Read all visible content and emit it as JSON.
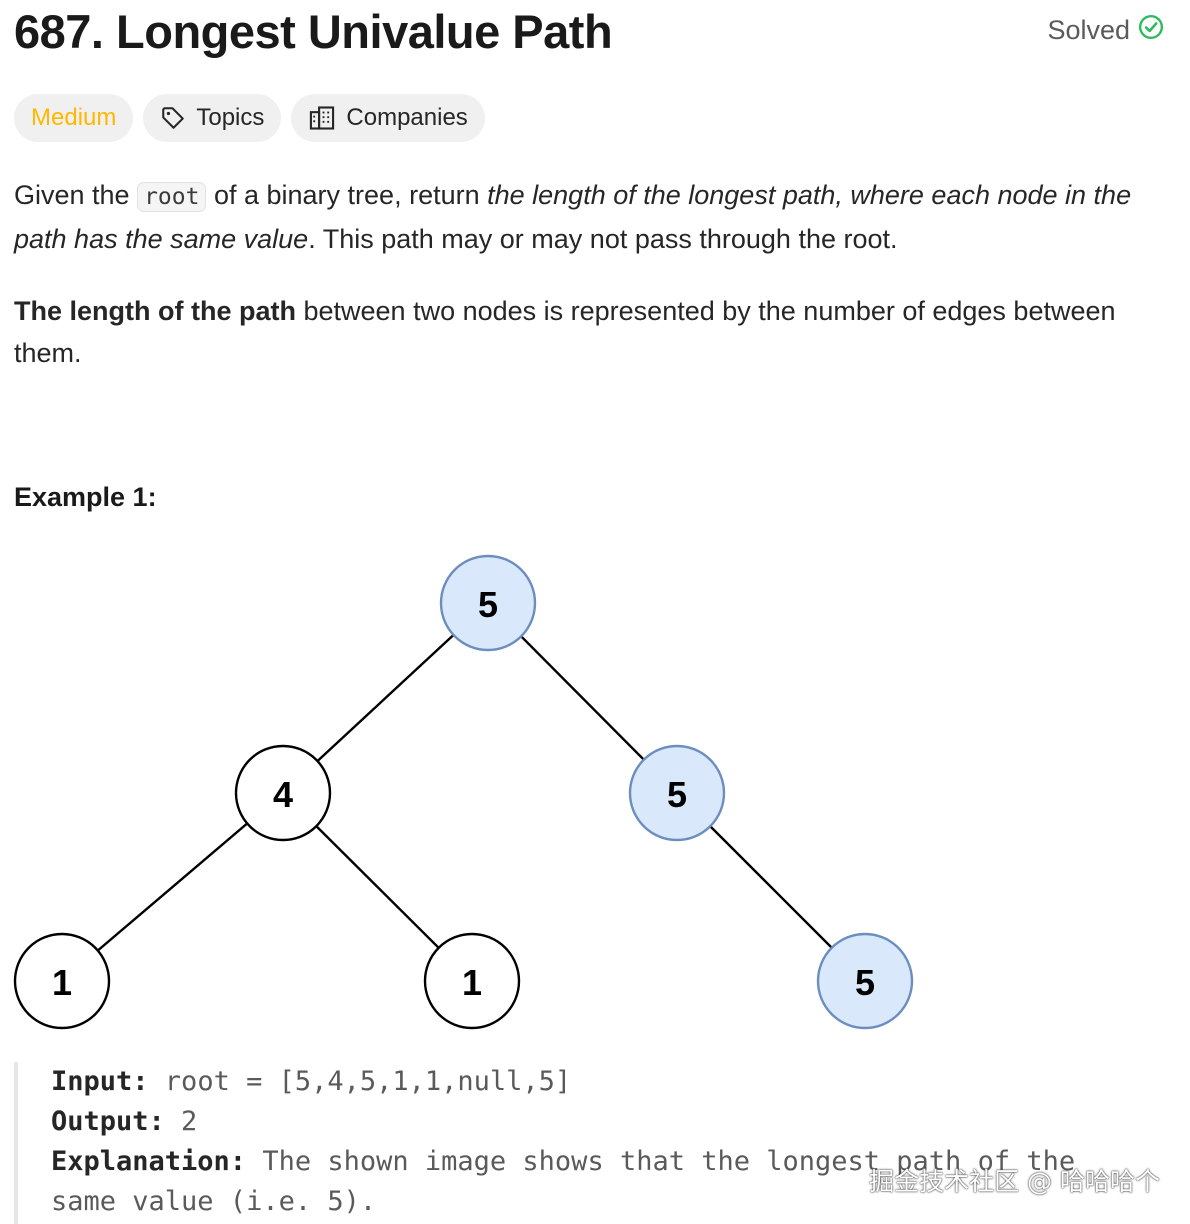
{
  "problem": {
    "title": "687. Longest Univalue Path",
    "status": "Solved",
    "status_color": "#2cbb5d"
  },
  "tags": {
    "difficulty": "Medium",
    "difficulty_color": "#ffb800",
    "topics": "Topics",
    "companies": "Companies"
  },
  "description": {
    "p1_part1": "Given the ",
    "p1_code": "root",
    "p1_part2": " of a binary tree, return ",
    "p1_em": "the length of the longest path, where each node in the path has the same value",
    "p1_part3": ". This path may or may not pass through the root.",
    "p2_bold": "The length of the path",
    "p2_rest": " between two nodes is represented by the number of edges between them."
  },
  "example1": {
    "heading": "Example 1:",
    "input_label": "Input:",
    "input_value": " root = [5,4,5,1,1,null,5]",
    "output_label": "Output:",
    "output_value": " 2",
    "explanation_label": "Explanation:",
    "explanation_value": " The shown image shows that the longest path of the",
    "explanation_value2": "same value (i.e. 5).",
    "tree_nodes": [
      {
        "value": "5",
        "highlighted": true
      },
      {
        "value": "4",
        "highlighted": false
      },
      {
        "value": "5",
        "highlighted": true
      },
      {
        "value": "1",
        "highlighted": false
      },
      {
        "value": "1",
        "highlighted": false
      },
      {
        "value": "5",
        "highlighted": true
      }
    ],
    "highlight_fill": "#dae8fc",
    "highlight_stroke": "#6c8ebf"
  },
  "watermark": "掘金技术社区 @ 哈哈哈个"
}
